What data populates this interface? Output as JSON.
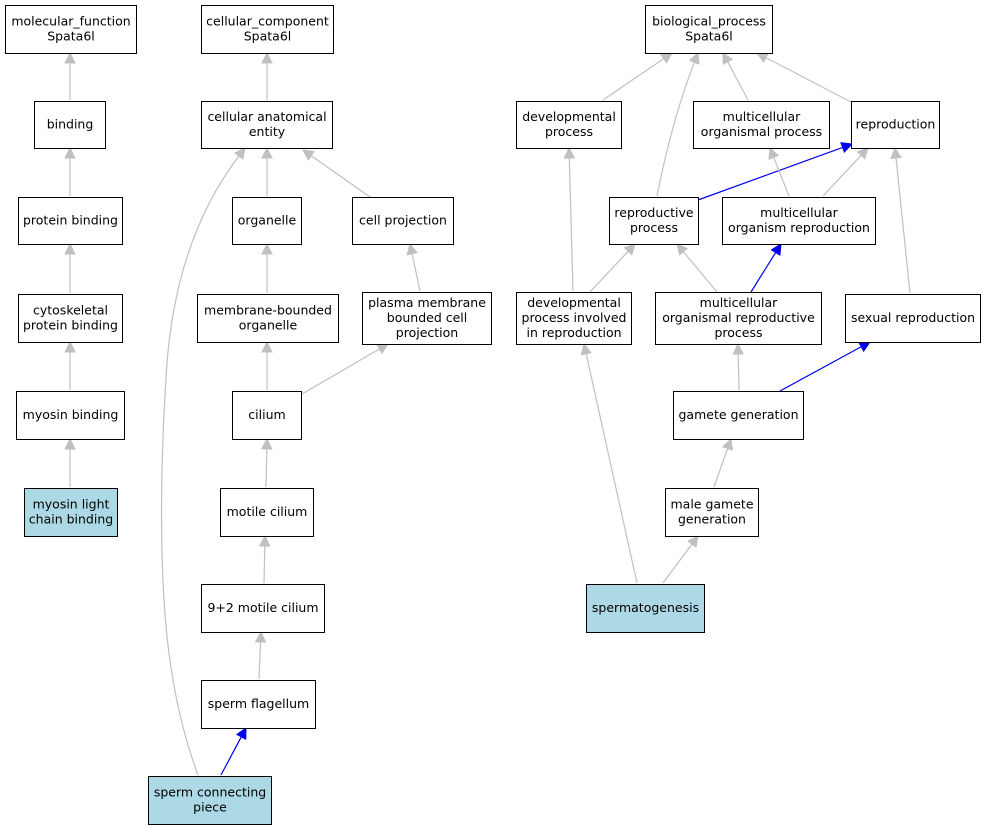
{
  "colors": {
    "edge_default": "#c0c0c0",
    "edge_highlight": "#0000ee",
    "node_fill": "#ffffff",
    "node_highlight_fill": "#add8e6",
    "node_border": "#000000"
  },
  "nodes": [
    {
      "id": "mf",
      "lines": [
        "molecular_function",
        "Spata6l"
      ],
      "highlight": false
    },
    {
      "id": "binding",
      "lines": [
        "binding"
      ],
      "highlight": false
    },
    {
      "id": "protein_binding",
      "lines": [
        "protein binding"
      ],
      "highlight": false
    },
    {
      "id": "cyto_binding",
      "lines": [
        "cytoskeletal",
        "protein binding"
      ],
      "highlight": false
    },
    {
      "id": "myosin_binding",
      "lines": [
        "myosin binding"
      ],
      "highlight": false
    },
    {
      "id": "mlc_binding",
      "lines": [
        "myosin light",
        "chain binding"
      ],
      "highlight": true
    },
    {
      "id": "cc",
      "lines": [
        "cellular_component",
        "Spata6l"
      ],
      "highlight": false
    },
    {
      "id": "cae",
      "lines": [
        "cellular anatomical",
        "entity"
      ],
      "highlight": false
    },
    {
      "id": "organelle",
      "lines": [
        "organelle"
      ],
      "highlight": false
    },
    {
      "id": "cell_projection",
      "lines": [
        "cell projection"
      ],
      "highlight": false
    },
    {
      "id": "mbo",
      "lines": [
        "membrane-bounded",
        "organelle"
      ],
      "highlight": false
    },
    {
      "id": "pmbcp",
      "lines": [
        "plasma membrane",
        "bounded cell",
        "projection"
      ],
      "highlight": false
    },
    {
      "id": "cilium",
      "lines": [
        "cilium"
      ],
      "highlight": false
    },
    {
      "id": "motile_cilium",
      "lines": [
        "motile cilium"
      ],
      "highlight": false
    },
    {
      "id": "m92",
      "lines": [
        "9+2 motile cilium"
      ],
      "highlight": false
    },
    {
      "id": "sperm_flagellum",
      "lines": [
        "sperm flagellum"
      ],
      "highlight": false
    },
    {
      "id": "scp",
      "lines": [
        "sperm connecting",
        "piece"
      ],
      "highlight": true
    },
    {
      "id": "bp",
      "lines": [
        "biological_process",
        "Spata6l"
      ],
      "highlight": false
    },
    {
      "id": "dev_process",
      "lines": [
        "developmental",
        "process"
      ],
      "highlight": false
    },
    {
      "id": "mop",
      "lines": [
        "multicellular",
        "organismal process"
      ],
      "highlight": false
    },
    {
      "id": "reproduction",
      "lines": [
        "reproduction"
      ],
      "highlight": false
    },
    {
      "id": "repro_process",
      "lines": [
        "reproductive",
        "process"
      ],
      "highlight": false
    },
    {
      "id": "mor",
      "lines": [
        "multicellular",
        "organism reproduction"
      ],
      "highlight": false
    },
    {
      "id": "dpir",
      "lines": [
        "developmental",
        "process involved",
        "in reproduction"
      ],
      "highlight": false
    },
    {
      "id": "morp",
      "lines": [
        "multicellular",
        "organismal reproductive",
        "process"
      ],
      "highlight": false
    },
    {
      "id": "sexual_repro",
      "lines": [
        "sexual reproduction"
      ],
      "highlight": false
    },
    {
      "id": "gamete_gen",
      "lines": [
        "gamete generation"
      ],
      "highlight": false
    },
    {
      "id": "male_gamete_gen",
      "lines": [
        "male gamete",
        "generation"
      ],
      "highlight": false
    },
    {
      "id": "spermatogenesis",
      "lines": [
        "spermatogenesis"
      ],
      "highlight": true
    }
  ],
  "edges": [
    {
      "from": "binding",
      "to": "mf",
      "highlight": false
    },
    {
      "from": "protein_binding",
      "to": "binding",
      "highlight": false
    },
    {
      "from": "cyto_binding",
      "to": "protein_binding",
      "highlight": false
    },
    {
      "from": "myosin_binding",
      "to": "cyto_binding",
      "highlight": false
    },
    {
      "from": "mlc_binding",
      "to": "myosin_binding",
      "highlight": false
    },
    {
      "from": "cae",
      "to": "cc",
      "highlight": false
    },
    {
      "from": "organelle",
      "to": "cae",
      "highlight": false
    },
    {
      "from": "cell_projection",
      "to": "cae",
      "highlight": false
    },
    {
      "from": "mbo",
      "to": "organelle",
      "highlight": false
    },
    {
      "from": "pmbcp",
      "to": "cell_projection",
      "highlight": false
    },
    {
      "from": "cilium",
      "to": "mbo",
      "highlight": false
    },
    {
      "from": "cilium",
      "to": "pmbcp",
      "highlight": false
    },
    {
      "from": "motile_cilium",
      "to": "cilium",
      "highlight": false
    },
    {
      "from": "m92",
      "to": "motile_cilium",
      "highlight": false
    },
    {
      "from": "sperm_flagellum",
      "to": "m92",
      "highlight": false
    },
    {
      "from": "scp",
      "to": "sperm_flagellum",
      "highlight": true
    },
    {
      "from": "scp",
      "to": "cae",
      "highlight": false
    },
    {
      "from": "dev_process",
      "to": "bp",
      "highlight": false
    },
    {
      "from": "mop",
      "to": "bp",
      "highlight": false
    },
    {
      "from": "reproduction",
      "to": "bp",
      "highlight": false
    },
    {
      "from": "repro_process",
      "to": "bp",
      "highlight": false
    },
    {
      "from": "repro_process",
      "to": "reproduction",
      "highlight": true
    },
    {
      "from": "mor",
      "to": "mop",
      "highlight": false
    },
    {
      "from": "mor",
      "to": "reproduction",
      "highlight": false
    },
    {
      "from": "dpir",
      "to": "dev_process",
      "highlight": false
    },
    {
      "from": "dpir",
      "to": "repro_process",
      "highlight": false
    },
    {
      "from": "morp",
      "to": "repro_process",
      "highlight": false
    },
    {
      "from": "morp",
      "to": "mor",
      "highlight": true
    },
    {
      "from": "sexual_repro",
      "to": "reproduction",
      "highlight": false
    },
    {
      "from": "gamete_gen",
      "to": "morp",
      "highlight": false
    },
    {
      "from": "gamete_gen",
      "to": "sexual_repro",
      "highlight": true
    },
    {
      "from": "male_gamete_gen",
      "to": "gamete_gen",
      "highlight": false
    },
    {
      "from": "spermatogenesis",
      "to": "male_gamete_gen",
      "highlight": false
    },
    {
      "from": "spermatogenesis",
      "to": "dpir",
      "highlight": false
    }
  ]
}
